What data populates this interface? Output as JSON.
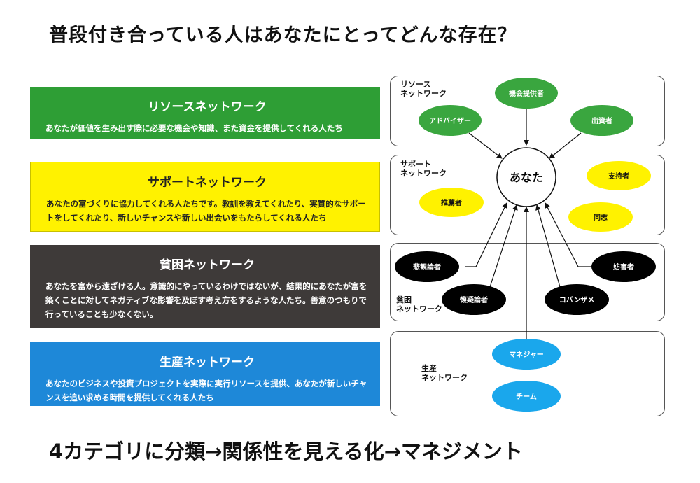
{
  "title": "普段付き合っている人はあなたにとってどんな存在？",
  "footer": "4カテゴリに分類→関係性を見える化→マネジメント",
  "categories": [
    {
      "title": "リソースネットワーク",
      "description": "あなたが価値を生み出す際に必要な機会や知識、また資金を提供してくれる人たち",
      "color": "#2e9e35"
    },
    {
      "title": "サポートネットワーク",
      "description": "あなたの富づくりに協力してくれる人たちです。教訓を教えてくれたり、実質的なサポートをしてくれたり、新しいチャンスや新しい出会いをもたらしてくれる人たち",
      "color": "#fff200"
    },
    {
      "title": "貧困ネットワーク",
      "description": "あなたを富から遠ざける人。意識的にやっているわけではないが、結果的にあなたが富を築くことに対してネガティブな影響を及ぼす考え方をするような人たち。善意のつもりで行っていることも少なくない。",
      "color": "#3e3a39"
    },
    {
      "title": "生産ネットワーク",
      "description": "あなたのビジネスや投資プロジェクトを実際に実行リソースを提供、あなたが新しいチャンスを追い求める時間を提供してくれる人たち",
      "color": "#1e88d8"
    }
  ],
  "diagram": {
    "center": "あなた",
    "panels": {
      "resource": "リソース\nネットワーク",
      "support": "サポート\nネットワーク",
      "poverty": "貧困\nネットワーク",
      "production": "生産\nネットワーク"
    },
    "nodes": {
      "opportunity": "機会提供者",
      "adviser": "アドバイザー",
      "investor": "出資者",
      "supporter": "支持者",
      "recommender": "推薦者",
      "comrade": "同志",
      "pessimist": "悲観論者",
      "obstructor": "妨害者",
      "skeptic": "懐疑論者",
      "remora": "コバンザメ",
      "manager": "マネジャー",
      "team": "チーム"
    },
    "colors": {
      "resource": "#3aa63f",
      "support": "#fff200",
      "poverty": "#000000",
      "production": "#1aa7ec"
    }
  }
}
